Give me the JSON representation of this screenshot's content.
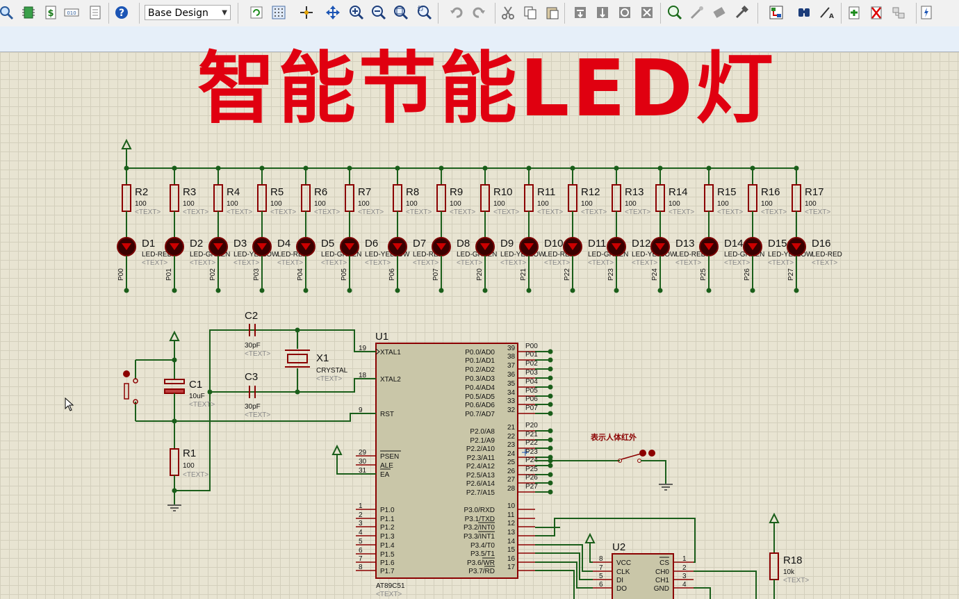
{
  "toolbar": {
    "design_dropdown": "Base Design",
    "icons_left": [
      "zoom-search-icon",
      "component-icon",
      "bill-of-materials-icon",
      "binary-icon",
      "report-icon",
      "help-icon"
    ],
    "icons_right": [
      "refresh-icon",
      "grid-icon",
      "origin-icon",
      "pan-icon",
      "zoom-in-icon",
      "zoom-out-icon",
      "zoom-all-icon",
      "zoom-area-icon",
      "undo-icon",
      "redo-icon",
      "cut-icon",
      "copy-icon",
      "paste-icon",
      "block-copy-icon",
      "block-move-icon",
      "block-rotate-icon",
      "block-delete-icon",
      "pick-device-icon",
      "make-device-icon",
      "package-icon",
      "decompose-icon",
      "wire-autorouter-icon",
      "search-icon",
      "property-assign-icon",
      "new-sheet-icon",
      "remove-sheet-icon",
      "exit-parent-icon",
      "pcb-layout-icon"
    ]
  },
  "title": "智能节能LED灯",
  "resistors_top": [
    {
      "ref": "R2",
      "val": "100",
      "text": "<TEXT>"
    },
    {
      "ref": "R3",
      "val": "100",
      "text": "<TEXT>"
    },
    {
      "ref": "R4",
      "val": "100",
      "text": "<TEXT>"
    },
    {
      "ref": "R5",
      "val": "100",
      "text": "<TEXT>"
    },
    {
      "ref": "R6",
      "val": "100",
      "text": "<TEXT>"
    },
    {
      "ref": "R7",
      "val": "100",
      "text": "<TEXT>"
    },
    {
      "ref": "R8",
      "val": "100",
      "text": "<TEXT>"
    },
    {
      "ref": "R9",
      "val": "100",
      "text": "<TEXT>"
    },
    {
      "ref": "R10",
      "val": "100",
      "text": "<TEXT>"
    },
    {
      "ref": "R11",
      "val": "100",
      "text": "<TEXT>"
    },
    {
      "ref": "R12",
      "val": "100",
      "text": "<TEXT>"
    },
    {
      "ref": "R13",
      "val": "100",
      "text": "<TEXT>"
    },
    {
      "ref": "R14",
      "val": "100",
      "text": "<TEXT>"
    },
    {
      "ref": "R15",
      "val": "100",
      "text": "<TEXT>"
    },
    {
      "ref": "R16",
      "val": "100",
      "text": "<TEXT>"
    },
    {
      "ref": "R17",
      "val": "100",
      "text": "<TEXT>"
    }
  ],
  "leds": [
    {
      "ref": "D1",
      "type": "LED-RED",
      "net": "P00"
    },
    {
      "ref": "D2",
      "type": "LED-GREEN",
      "net": "P01"
    },
    {
      "ref": "D3",
      "type": "LED-YELLOW",
      "net": "P02"
    },
    {
      "ref": "D4",
      "type": "LED-RED",
      "net": "P03"
    },
    {
      "ref": "D5",
      "type": "LED-GREEN",
      "net": "P04"
    },
    {
      "ref": "D6",
      "type": "LED-YELLOW",
      "net": "P05"
    },
    {
      "ref": "D7",
      "type": "LED-RED",
      "net": "P06"
    },
    {
      "ref": "D8",
      "type": "LED-GREEN",
      "net": "P07"
    },
    {
      "ref": "D9",
      "type": "LED-YELLOW",
      "net": "P20"
    },
    {
      "ref": "D10",
      "type": "LED-RED",
      "net": "P21"
    },
    {
      "ref": "D11",
      "type": "LED-GREEN",
      "net": "P22"
    },
    {
      "ref": "D12",
      "type": "LED-YELLOW",
      "net": "P23"
    },
    {
      "ref": "D13",
      "type": "LED-RED",
      "net": "P24"
    },
    {
      "ref": "D14",
      "type": "LED-GREEN",
      "net": "P25"
    },
    {
      "ref": "D15",
      "type": "LED-YELLOW",
      "net": "P26"
    },
    {
      "ref": "D16",
      "type": "LED-RED",
      "net": "P27"
    }
  ],
  "led_text": "<TEXT>",
  "c2": {
    "ref": "C2",
    "val": "30pF",
    "text": "<TEXT>"
  },
  "c3": {
    "ref": "C3",
    "val": "30pF",
    "text": "<TEXT>"
  },
  "c1": {
    "ref": "C1",
    "val": "10uF",
    "text": "<TEXT>"
  },
  "x1": {
    "ref": "X1",
    "val": "CRYSTAL",
    "text": "<TEXT>"
  },
  "r1": {
    "ref": "R1",
    "val": "100",
    "text": "<TEXT>"
  },
  "r18": {
    "ref": "R18",
    "val": "10k",
    "text": "<TEXT>"
  },
  "u1": {
    "ref": "U1",
    "part": "AT89C51",
    "text": "<TEXT>",
    "left_pins": [
      {
        "num": "19",
        "name": "XTAL1"
      },
      {
        "num": "18",
        "name": "XTAL2"
      },
      {
        "num": "9",
        "name": "RST"
      },
      {
        "num": "29",
        "name": "PSEN"
      },
      {
        "num": "30",
        "name": "ALE"
      },
      {
        "num": "31",
        "name": "EA"
      },
      {
        "num": "1",
        "name": "P1.0"
      },
      {
        "num": "2",
        "name": "P1.1"
      },
      {
        "num": "3",
        "name": "P1.2"
      },
      {
        "num": "4",
        "name": "P1.3"
      },
      {
        "num": "5",
        "name": "P1.4"
      },
      {
        "num": "6",
        "name": "P1.5"
      },
      {
        "num": "7",
        "name": "P1.6"
      },
      {
        "num": "8",
        "name": "P1.7"
      }
    ],
    "right_pins": [
      {
        "num": "39",
        "name": "P0.0/AD0",
        "net": "P00"
      },
      {
        "num": "38",
        "name": "P0.1/AD1",
        "net": "P01"
      },
      {
        "num": "37",
        "name": "P0.2/AD2",
        "net": "P02"
      },
      {
        "num": "36",
        "name": "P0.3/AD3",
        "net": "P03"
      },
      {
        "num": "35",
        "name": "P0.4/AD4",
        "net": "P04"
      },
      {
        "num": "34",
        "name": "P0.5/AD5",
        "net": "P05"
      },
      {
        "num": "33",
        "name": "P0.6/AD6",
        "net": "P06"
      },
      {
        "num": "32",
        "name": "P0.7/AD7",
        "net": "P07"
      },
      {
        "num": "21",
        "name": "P2.0/A8",
        "net": "P20"
      },
      {
        "num": "22",
        "name": "P2.1/A9",
        "net": "P21"
      },
      {
        "num": "23",
        "name": "P2.2/A10",
        "net": "P22"
      },
      {
        "num": "24",
        "name": "P2.3/A11",
        "net": "P23"
      },
      {
        "num": "25",
        "name": "P2.4/A12",
        "net": "P24"
      },
      {
        "num": "26",
        "name": "P2.5/A13",
        "net": "P25"
      },
      {
        "num": "27",
        "name": "P2.6/A14",
        "net": "P26"
      },
      {
        "num": "28",
        "name": "P2.7/A15",
        "net": "P27"
      },
      {
        "num": "10",
        "name": "P3.0/RXD",
        "net": ""
      },
      {
        "num": "11",
        "name": "P3.1/TXD",
        "net": ""
      },
      {
        "num": "12",
        "name": "P3.2/INT0",
        "net": ""
      },
      {
        "num": "13",
        "name": "P3.3/INT1",
        "net": ""
      },
      {
        "num": "14",
        "name": "P3.4/T0",
        "net": ""
      },
      {
        "num": "15",
        "name": "P3.5/T1",
        "net": ""
      },
      {
        "num": "16",
        "name": "P3.6/WR",
        "net": ""
      },
      {
        "num": "17",
        "name": "P3.7/RD",
        "net": ""
      }
    ]
  },
  "u2": {
    "ref": "U2",
    "left_pins": [
      {
        "num": "8",
        "name": "VCC"
      },
      {
        "num": "7",
        "name": "CLK"
      },
      {
        "num": "5",
        "name": "DI"
      },
      {
        "num": "6",
        "name": "DO"
      }
    ],
    "right_pins": [
      {
        "num": "1",
        "name": "CS"
      },
      {
        "num": "2",
        "name": "CH0"
      },
      {
        "num": "3",
        "name": "CH1"
      },
      {
        "num": "4",
        "name": "GND"
      }
    ]
  },
  "pir_label": "表示人体红外",
  "colors": {
    "wire": "#1a5e1a",
    "component": "#8b0000",
    "pin_text": "#0b1e6b",
    "canvas": "#e8e4d2",
    "chip_fill": "#c9c6a8",
    "title": "#e00010",
    "junction": "#1a5e1a"
  }
}
